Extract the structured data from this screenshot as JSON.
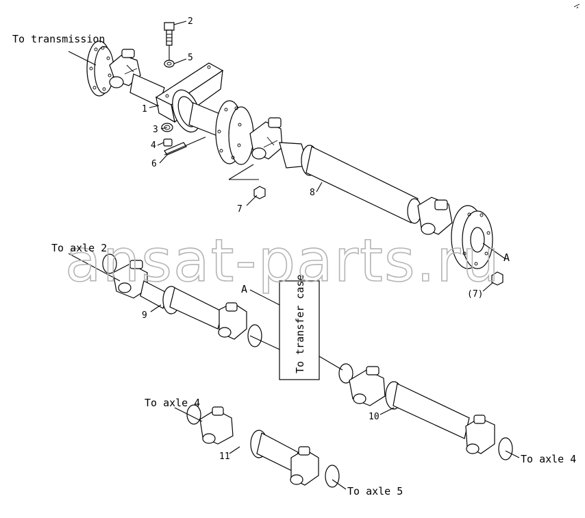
{
  "labels": {
    "to_transmission": "To transmission",
    "to_axle_2": "To axle 2",
    "to_axle_4_left": "To axle 4",
    "to_axle_4_right": "To axle 4",
    "to_axle_5": "To axle 5",
    "to_transfer_case": "To transfer case",
    "ref_a_upper": "A",
    "ref_a_lower": "A"
  },
  "callouts": {
    "c1": "1",
    "c2": "2",
    "c3": "3",
    "c4": "4",
    "c5": "5",
    "c6": "6",
    "c7": "7",
    "c7b": "(7)",
    "c8": "8",
    "c9": "9",
    "c10": "10",
    "c11": "11"
  },
  "watermark": "ansat-parts.ru"
}
